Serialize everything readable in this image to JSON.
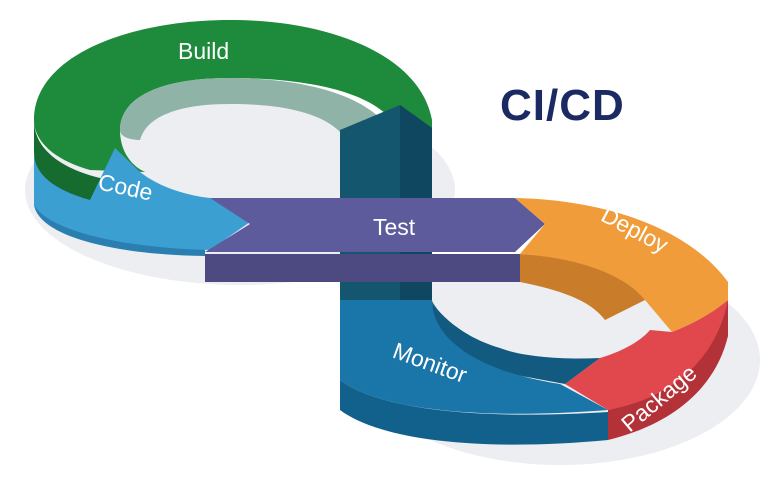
{
  "title": "CI/CD",
  "stages": [
    {
      "id": "code",
      "label": "Code",
      "color": "#3c9fd2"
    },
    {
      "id": "build",
      "label": "Build",
      "color": "#1e8a3c"
    },
    {
      "id": "test",
      "label": "Test",
      "color": "#5e5b9c"
    },
    {
      "id": "deploy",
      "label": "Deploy",
      "color": "#f19c3a"
    },
    {
      "id": "package",
      "label": "Package",
      "color": "#e0484e"
    },
    {
      "id": "monitor",
      "label": "Monitor",
      "color": "#1a75a8"
    }
  ],
  "colors": {
    "title": "#1c2a63",
    "background": "#ffffff",
    "shadow": "#ebedf0"
  }
}
